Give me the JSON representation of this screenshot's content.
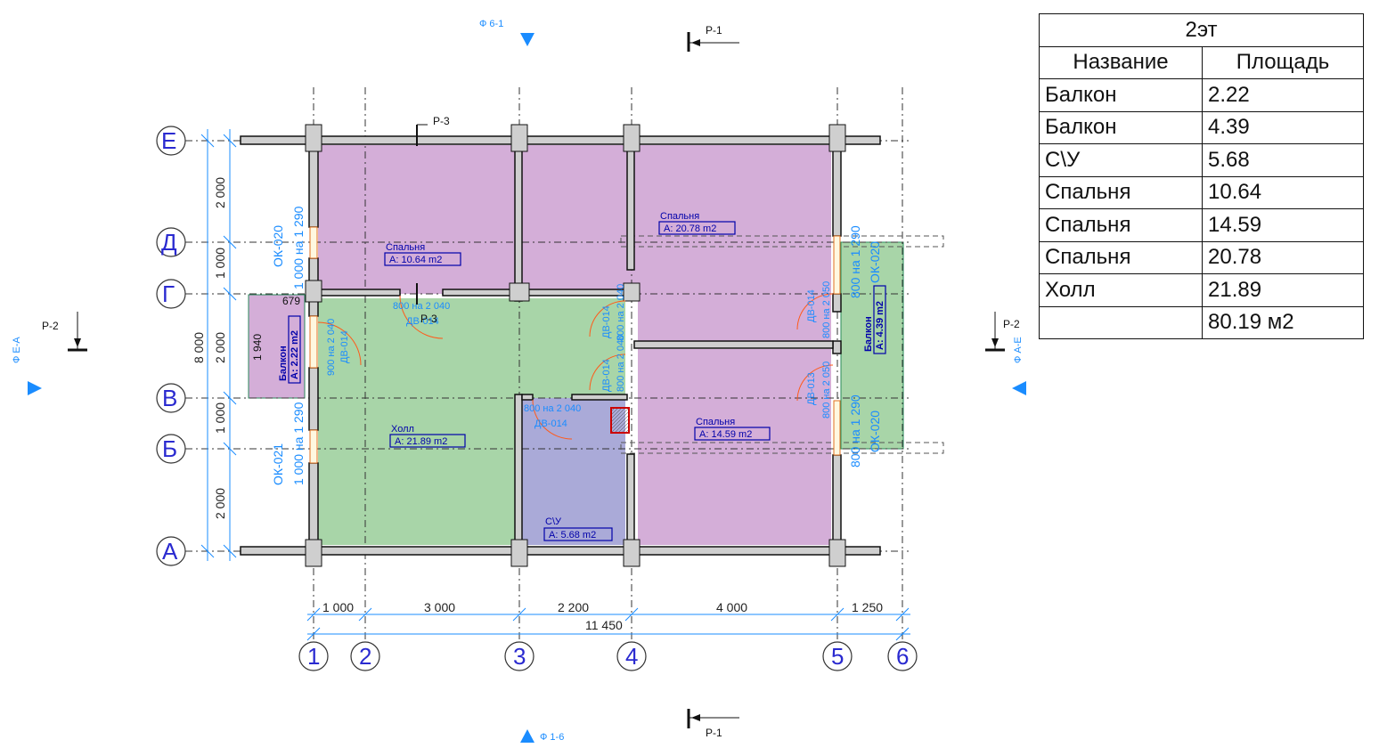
{
  "table": {
    "title": "2эт",
    "headers": [
      "Название",
      "Площадь"
    ],
    "rows": [
      {
        "name": "Балкон",
        "area": "2.22"
      },
      {
        "name": "Балкон",
        "area": "4.39"
      },
      {
        "name": "С\\У",
        "area": "5.68"
      },
      {
        "name": "Спальня",
        "area": "10.64"
      },
      {
        "name": "Спальня",
        "area": "14.59"
      },
      {
        "name": "Спальня",
        "area": "20.78"
      },
      {
        "name": "Холл",
        "area": "21.89"
      }
    ],
    "total": "80.19 м2"
  },
  "sections": {
    "top_center": "Ф 6-1",
    "bottom_center": "Ф 1-6",
    "left": "Ф Е-А",
    "right": "Ф А-Е",
    "p1_top": "Р-1",
    "p1_bottom": "Р-1",
    "p2_left": "Р-2",
    "p2_right": "Р-2",
    "p3_top": "Р-3",
    "p3_mid": "Р-3"
  },
  "axes": {
    "rows": [
      "Е",
      "Д",
      "Г",
      "В",
      "Б",
      "А"
    ],
    "cols": [
      "1",
      "2",
      "3",
      "4",
      "5",
      "6"
    ]
  },
  "dims": {
    "bottom": [
      "1 000",
      "3 000",
      "2 200",
      "4 000",
      "1 250"
    ],
    "bottom_total": "11 450",
    "left": [
      "2 000",
      "1 000",
      "2 000",
      "1 000",
      "2 000"
    ],
    "left_total": "8 000",
    "balcony_w": "679",
    "balcony_h": "1 940"
  },
  "rooms": {
    "bed1": {
      "name": "Спальня",
      "area": "A: 10.64 m2"
    },
    "bed2": {
      "name": "Спальня",
      "area": "A: 20.78 m2"
    },
    "bed3": {
      "name": "Спальня",
      "area": "A: 14.59 m2"
    },
    "hall": {
      "name": "Холл",
      "area": "A: 21.89 m2"
    },
    "wc": {
      "name": "С\\У",
      "area": "A: 5.68 m2"
    },
    "balc1": {
      "name": "Балкон",
      "area": "A: 2.22 m2"
    },
    "balc2": {
      "name": "Балкон",
      "area": "A: 4.39 m2"
    }
  },
  "openings": {
    "ok020_left": "ОК-020",
    "ok020_left_size": "1 000 на 1 290",
    "ok021_left": "ОК-021",
    "ok021_left_size": "1 000 на 1 290",
    "ok020_right_top": "ОК-020",
    "ok020_right_top_size": "800 на 1 290",
    "ok020_right_bot": "ОК-020",
    "ok020_right_bot_size": "800 на 1 290",
    "dv014_a": "ДВ-014",
    "dv014_a_size": "800 на 2 040",
    "dv014_b": "ДВ-014",
    "dv014_b_size": "900 на 2 040",
    "dv014_c": "ДВ-014",
    "dv014_c_size": "800 на 2 040",
    "dv014_d": "ДВ-014",
    "dv014_d_size": "800 на 2 040",
    "dv014_e": "ДВ-014",
    "dv014_e_size": "800 на 2 040",
    "dv014_f": "ДВ-014",
    "dv014_f_size": "800 на 2 050",
    "dv013": "ДВ-013",
    "dv013_size": "800 на 2 050"
  },
  "colors": {
    "bedroom": "#d4aed8",
    "hall": "#a8d5a8",
    "wc": "#aaaad8",
    "dim": "#1a8cff",
    "room_text": "#0000aa",
    "axis_text": "#2a2ad0",
    "marker": "#1a8cff",
    "door_arc": "#ff5a1a"
  }
}
